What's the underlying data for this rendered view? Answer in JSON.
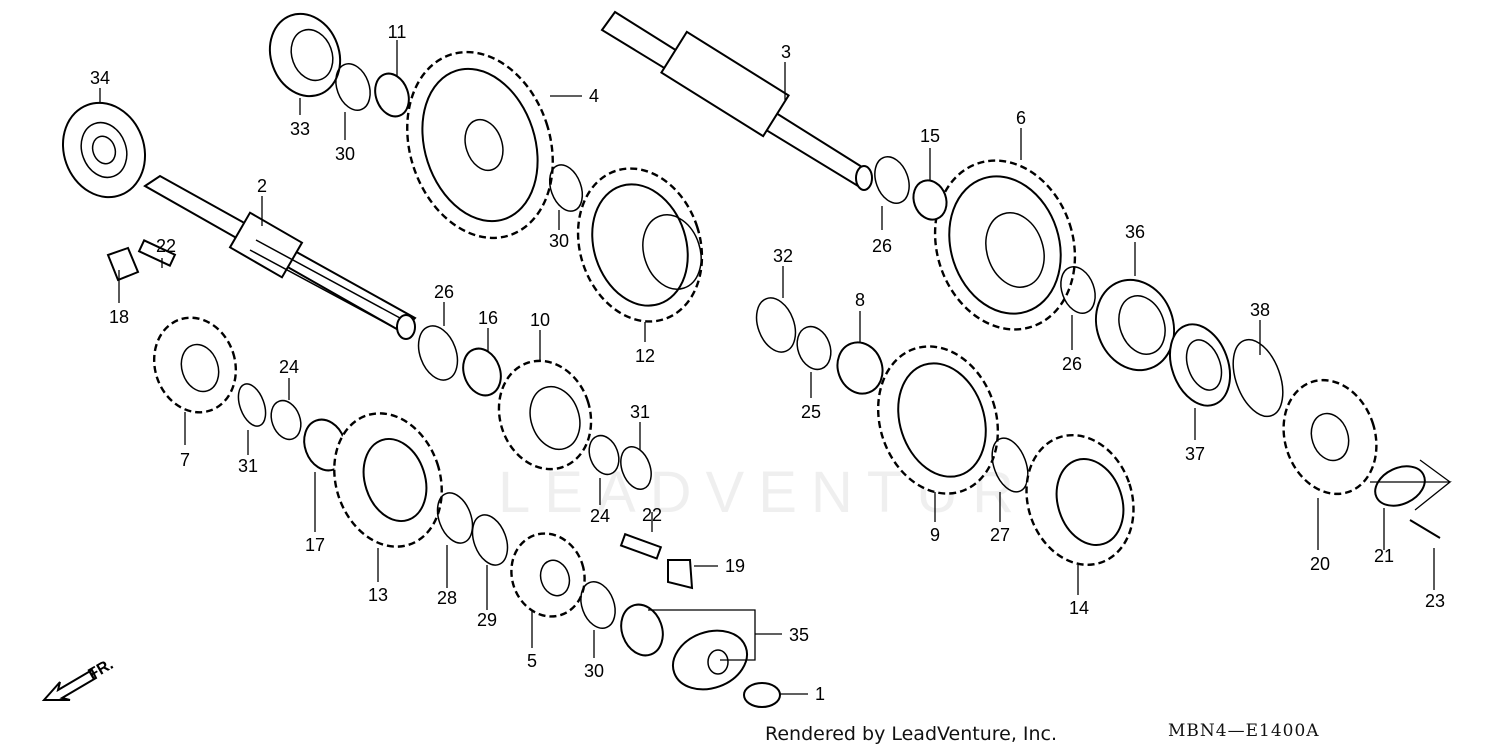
{
  "watermark": "LEADVENTURE",
  "footer": {
    "rendered_by": "Rendered by LeadVenture, Inc.",
    "diagram_code": "MBN4—E1400A"
  },
  "direction": {
    "label": "FR."
  },
  "parts": [
    {
      "id": "1",
      "label": "1"
    },
    {
      "id": "2",
      "label": "2"
    },
    {
      "id": "3",
      "label": "3"
    },
    {
      "id": "4",
      "label": "4"
    },
    {
      "id": "5",
      "label": "5"
    },
    {
      "id": "6",
      "label": "6"
    },
    {
      "id": "7",
      "label": "7"
    },
    {
      "id": "8",
      "label": "8"
    },
    {
      "id": "9",
      "label": "9"
    },
    {
      "id": "10",
      "label": "10"
    },
    {
      "id": "11",
      "label": "11"
    },
    {
      "id": "12",
      "label": "12"
    },
    {
      "id": "13",
      "label": "13"
    },
    {
      "id": "14",
      "label": "14"
    },
    {
      "id": "15",
      "label": "15"
    },
    {
      "id": "16",
      "label": "16"
    },
    {
      "id": "17",
      "label": "17"
    },
    {
      "id": "18",
      "label": "18"
    },
    {
      "id": "19",
      "label": "19"
    },
    {
      "id": "20",
      "label": "20"
    },
    {
      "id": "21",
      "label": "21"
    },
    {
      "id": "22a",
      "label": "22"
    },
    {
      "id": "22b",
      "label": "22"
    },
    {
      "id": "23",
      "label": "23"
    },
    {
      "id": "24a",
      "label": "24"
    },
    {
      "id": "24b",
      "label": "24"
    },
    {
      "id": "25",
      "label": "25"
    },
    {
      "id": "26a",
      "label": "26"
    },
    {
      "id": "26b",
      "label": "26"
    },
    {
      "id": "26c",
      "label": "26"
    },
    {
      "id": "27",
      "label": "27"
    },
    {
      "id": "28",
      "label": "28"
    },
    {
      "id": "29",
      "label": "29"
    },
    {
      "id": "30a",
      "label": "30"
    },
    {
      "id": "30b",
      "label": "30"
    },
    {
      "id": "30c",
      "label": "30"
    },
    {
      "id": "31a",
      "label": "31"
    },
    {
      "id": "31b",
      "label": "31"
    },
    {
      "id": "32",
      "label": "32"
    },
    {
      "id": "33",
      "label": "33"
    },
    {
      "id": "34",
      "label": "34"
    },
    {
      "id": "35",
      "label": "35"
    },
    {
      "id": "36",
      "label": "36"
    },
    {
      "id": "37",
      "label": "37"
    },
    {
      "id": "38",
      "label": "38"
    }
  ]
}
